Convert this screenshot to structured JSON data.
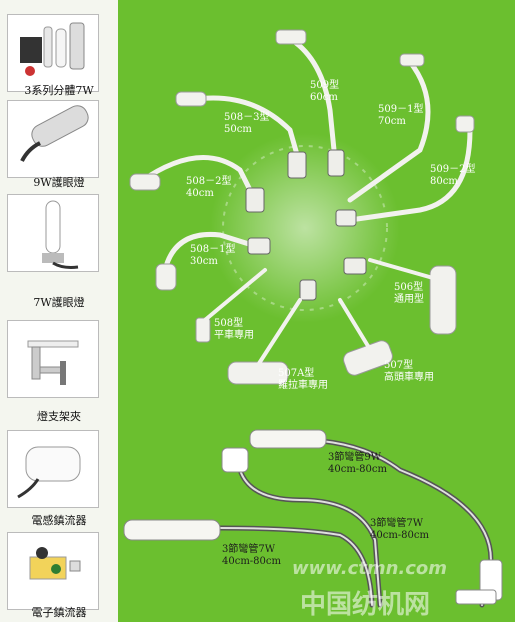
{
  "sidebar": {
    "items": [
      {
        "label": "3系列分體7W",
        "icon": "lamp-kit-icon"
      },
      {
        "label": "9W護眼燈",
        "icon": "eye-protection-lamp-icon"
      },
      {
        "label": "7W護眼燈",
        "icon": "tube-lamp-icon"
      },
      {
        "label": "燈支架夾",
        "icon": "lamp-bracket-clamp-icon"
      },
      {
        "label": "電感鎮流器",
        "icon": "inductive-ballast-icon"
      },
      {
        "label": "電子鎮流器",
        "icon": "electronic-ballast-icon"
      }
    ]
  },
  "lamps": {
    "l509": {
      "model": "509型",
      "size": "60cm"
    },
    "l508_3": {
      "model": "508－3型",
      "size": "50cm"
    },
    "l509_1": {
      "model": "509－1型",
      "size": "70cm"
    },
    "l509_2": {
      "model": "509－2型",
      "size": "80cm"
    },
    "l508_2": {
      "model": "508－2型",
      "size": "40cm"
    },
    "l508_1": {
      "model": "508－1型",
      "size": "30cm"
    },
    "l506": {
      "model": "506型",
      "size": "通用型"
    },
    "l508": {
      "model": "508型",
      "size": "平車專用"
    },
    "l507a": {
      "model": "507A型",
      "size": "羅拉車專用"
    },
    "l507": {
      "model": "507型",
      "size": "高頭車專用"
    },
    "bent9w": {
      "model": "3節彎管9W",
      "size": "40cm-80cm"
    },
    "bent7w_a": {
      "model": "3節彎管7W",
      "size": "40cm-80cm"
    },
    "bent7w_b": {
      "model": "3節彎管7W",
      "size": "40cm-80cm"
    }
  },
  "watermark": {
    "url": "www.ctmn.com",
    "cn": "中国纺机网"
  },
  "colors": {
    "background": "#6bbf2f",
    "panel": "#f4f6ef",
    "label": "#ffffff",
    "lamp": "#f2f2ee"
  }
}
